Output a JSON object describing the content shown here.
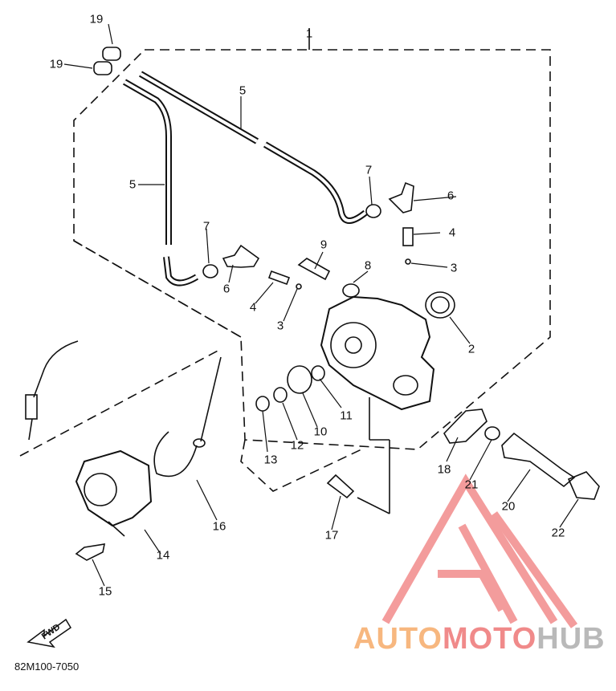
{
  "callouts": {
    "c1": "1",
    "c2": "2",
    "c3a": "3",
    "c3b": "3",
    "c4a": "4",
    "c4b": "4",
    "c5a": "5",
    "c5b": "5",
    "c6a": "6",
    "c6b": "6",
    "c7a": "7",
    "c7b": "7",
    "c8": "8",
    "c9": "9",
    "c10": "10",
    "c11": "11",
    "c12": "12",
    "c13": "13",
    "c14": "14",
    "c15": "15",
    "c16": "16",
    "c17": "17",
    "c18": "18",
    "c19a": "19",
    "c19b": "19",
    "c20": "20",
    "c21": "21",
    "c22": "22"
  },
  "diagram_code": "82M100-7050",
  "fwd_label": "FWD",
  "watermark": {
    "part1": "AUTO",
    "part2": "MOTO",
    "part3": "HUB",
    "colors": {
      "auto": "#f7b77f",
      "moto": "#f08a8a",
      "hub": "#b9b9b9",
      "logo": "#f28b8b"
    }
  }
}
